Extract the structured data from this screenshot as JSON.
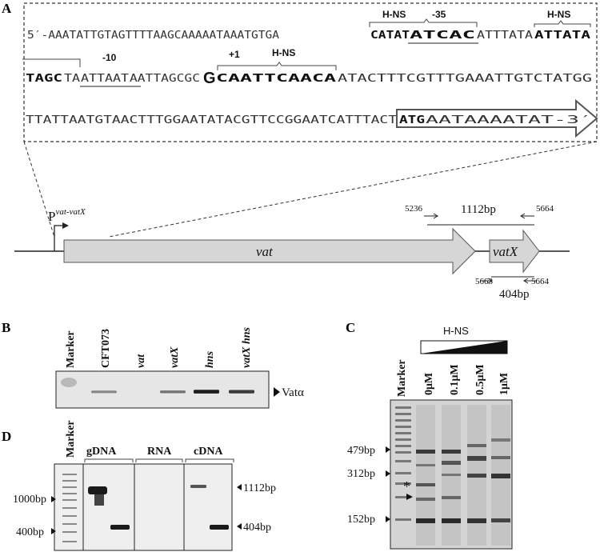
{
  "panels": {
    "A": "A",
    "B": "B",
    "C": "C",
    "D": "D"
  },
  "sequence": {
    "line1": [
      {
        "t": "5′-AAATATTGTAGTTTTAAGCAAAAATAAATGTGA",
        "b": false
      },
      {
        "t": "CATAT",
        "b": true
      },
      {
        "t": "ATCAC",
        "b": true
      },
      {
        "t": "ATTTATA",
        "b": false
      },
      {
        "t": "ATTATA",
        "b": true
      }
    ],
    "line2": [
      {
        "t": "TAGC",
        "b": true
      },
      {
        "t": "TA",
        "b": false
      },
      {
        "t": "ATTAAT",
        "b": false
      },
      {
        "t": "AATTAGCGC",
        "b": false
      },
      {
        "t": "G",
        "b": true
      },
      {
        "t": "CAATTCAACA",
        "b": true
      },
      {
        "t": "ATACTTTCGTTTGAAATTGTCTATGG",
        "b": false
      }
    ],
    "line3": [
      {
        "t": "TTATTAATGTAACTTTGGAATATACGTTCCGGAATCATTTACT",
        "b": false
      },
      {
        "t": "ATG",
        "b": true
      },
      {
        "t": "AATAAAATAT-3′",
        "b": false
      }
    ],
    "labels": {
      "hns1": "H-NS",
      "m35": "-35",
      "hns2": "H-NS",
      "m10": "-10",
      "plus1": "+1",
      "hns3": "H-NS"
    }
  },
  "gene_map": {
    "promoter_label": "P",
    "promoter_sup": "vat-vatX",
    "gene1": "vat",
    "gene2": "vatX",
    "primer1": "5236",
    "primer2": "5664",
    "amplicon1": "1112bp",
    "primer3": "5663",
    "primer4": "5664",
    "amplicon2": "404bp"
  },
  "panel_b": {
    "lanes": [
      "Marker",
      "CFT073",
      "vat",
      "vatX",
      "hns",
      "vatX hns"
    ],
    "band_label": "Vatα",
    "band_intensity": [
      0,
      0.35,
      0,
      0.45,
      0.9,
      0.75
    ]
  },
  "panel_c": {
    "title": "H-NS",
    "lanes": [
      "Marker",
      "0μM",
      "0.1μM",
      "0.5μM",
      "1μM"
    ],
    "size_labels": [
      "479bp",
      "312bp",
      "152bp"
    ],
    "asterisk": "*"
  },
  "panel_d": {
    "marker": "Marker",
    "groups": [
      "gDNA",
      "RNA",
      "cDNA"
    ],
    "left_labels": [
      "1000bp",
      "400bp"
    ],
    "right_labels": [
      "1112bp",
      "404bp"
    ]
  }
}
